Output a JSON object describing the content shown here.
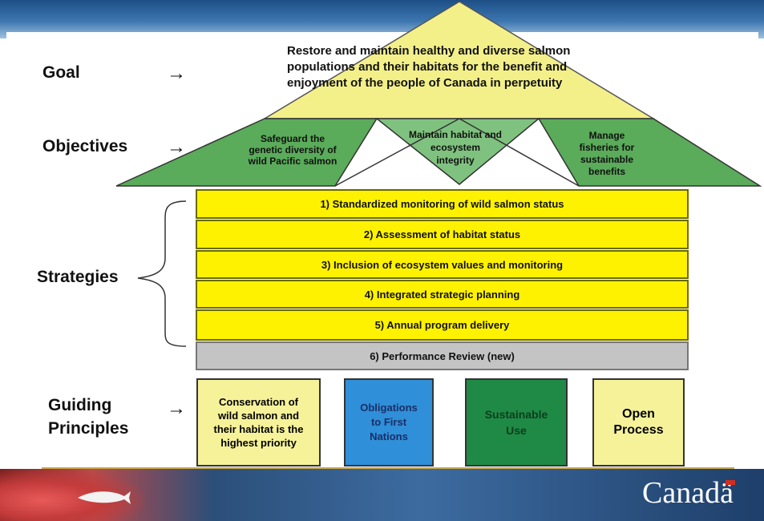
{
  "labels": {
    "goal": "Goal",
    "objectives": "Objectives",
    "strategies": "Strategies",
    "guiding_line1": "Guiding",
    "guiding_line2": "Principles"
  },
  "goal_text": {
    "line1": "Restore and maintain healthy and diverse salmon",
    "line2": "populations and their habitats for the benefit and",
    "line3": "enjoyment of the people  of Canada in perpetuity"
  },
  "objectives": [
    {
      "line1": "Safeguard the",
      "line2": "genetic diversity of",
      "line3": "wild Pacific salmon"
    },
    {
      "line1": "Maintain habitat and",
      "line2": "ecosystem",
      "line3": "integrity"
    },
    {
      "line1": "Manage",
      "line2": "fisheries for",
      "line3": "sustainable",
      "line4": "benefits"
    }
  ],
  "strategies": [
    "1) Standardized monitoring of wild salmon status",
    "2) Assessment of habitat status",
    "3) Inclusion of ecosystem values and monitoring",
    "4) Integrated strategic planning",
    "5) Annual program delivery",
    "6) Performance Review (new)"
  ],
  "principles": [
    {
      "line1": "Conservation of",
      "line2": "wild salmon and",
      "line3": "their habitat is the",
      "line4": "highest priority"
    },
    {
      "line1": "Obligations",
      "line2": "to First",
      "line3": "Nations"
    },
    {
      "line1": "Sustainable",
      "line2": "Use"
    },
    {
      "line1": "Open",
      "line2": "Process"
    }
  ],
  "footer": {
    "wordmark": "Canadä"
  },
  "colors": {
    "goal_triangle": "#f3f08a",
    "objectives_triangle": "#5aab5a",
    "strategy_yellow": "#fff200",
    "strategy_gray": "#c4c4c4",
    "principle_yellow": "#f6f29a",
    "principle_blue": "#2f8fd8",
    "principle_green": "#1f8a45"
  },
  "icons": [
    "arrow-right-icon",
    "curly-brace-icon",
    "salmon-icon",
    "canada-flag-icon"
  ]
}
